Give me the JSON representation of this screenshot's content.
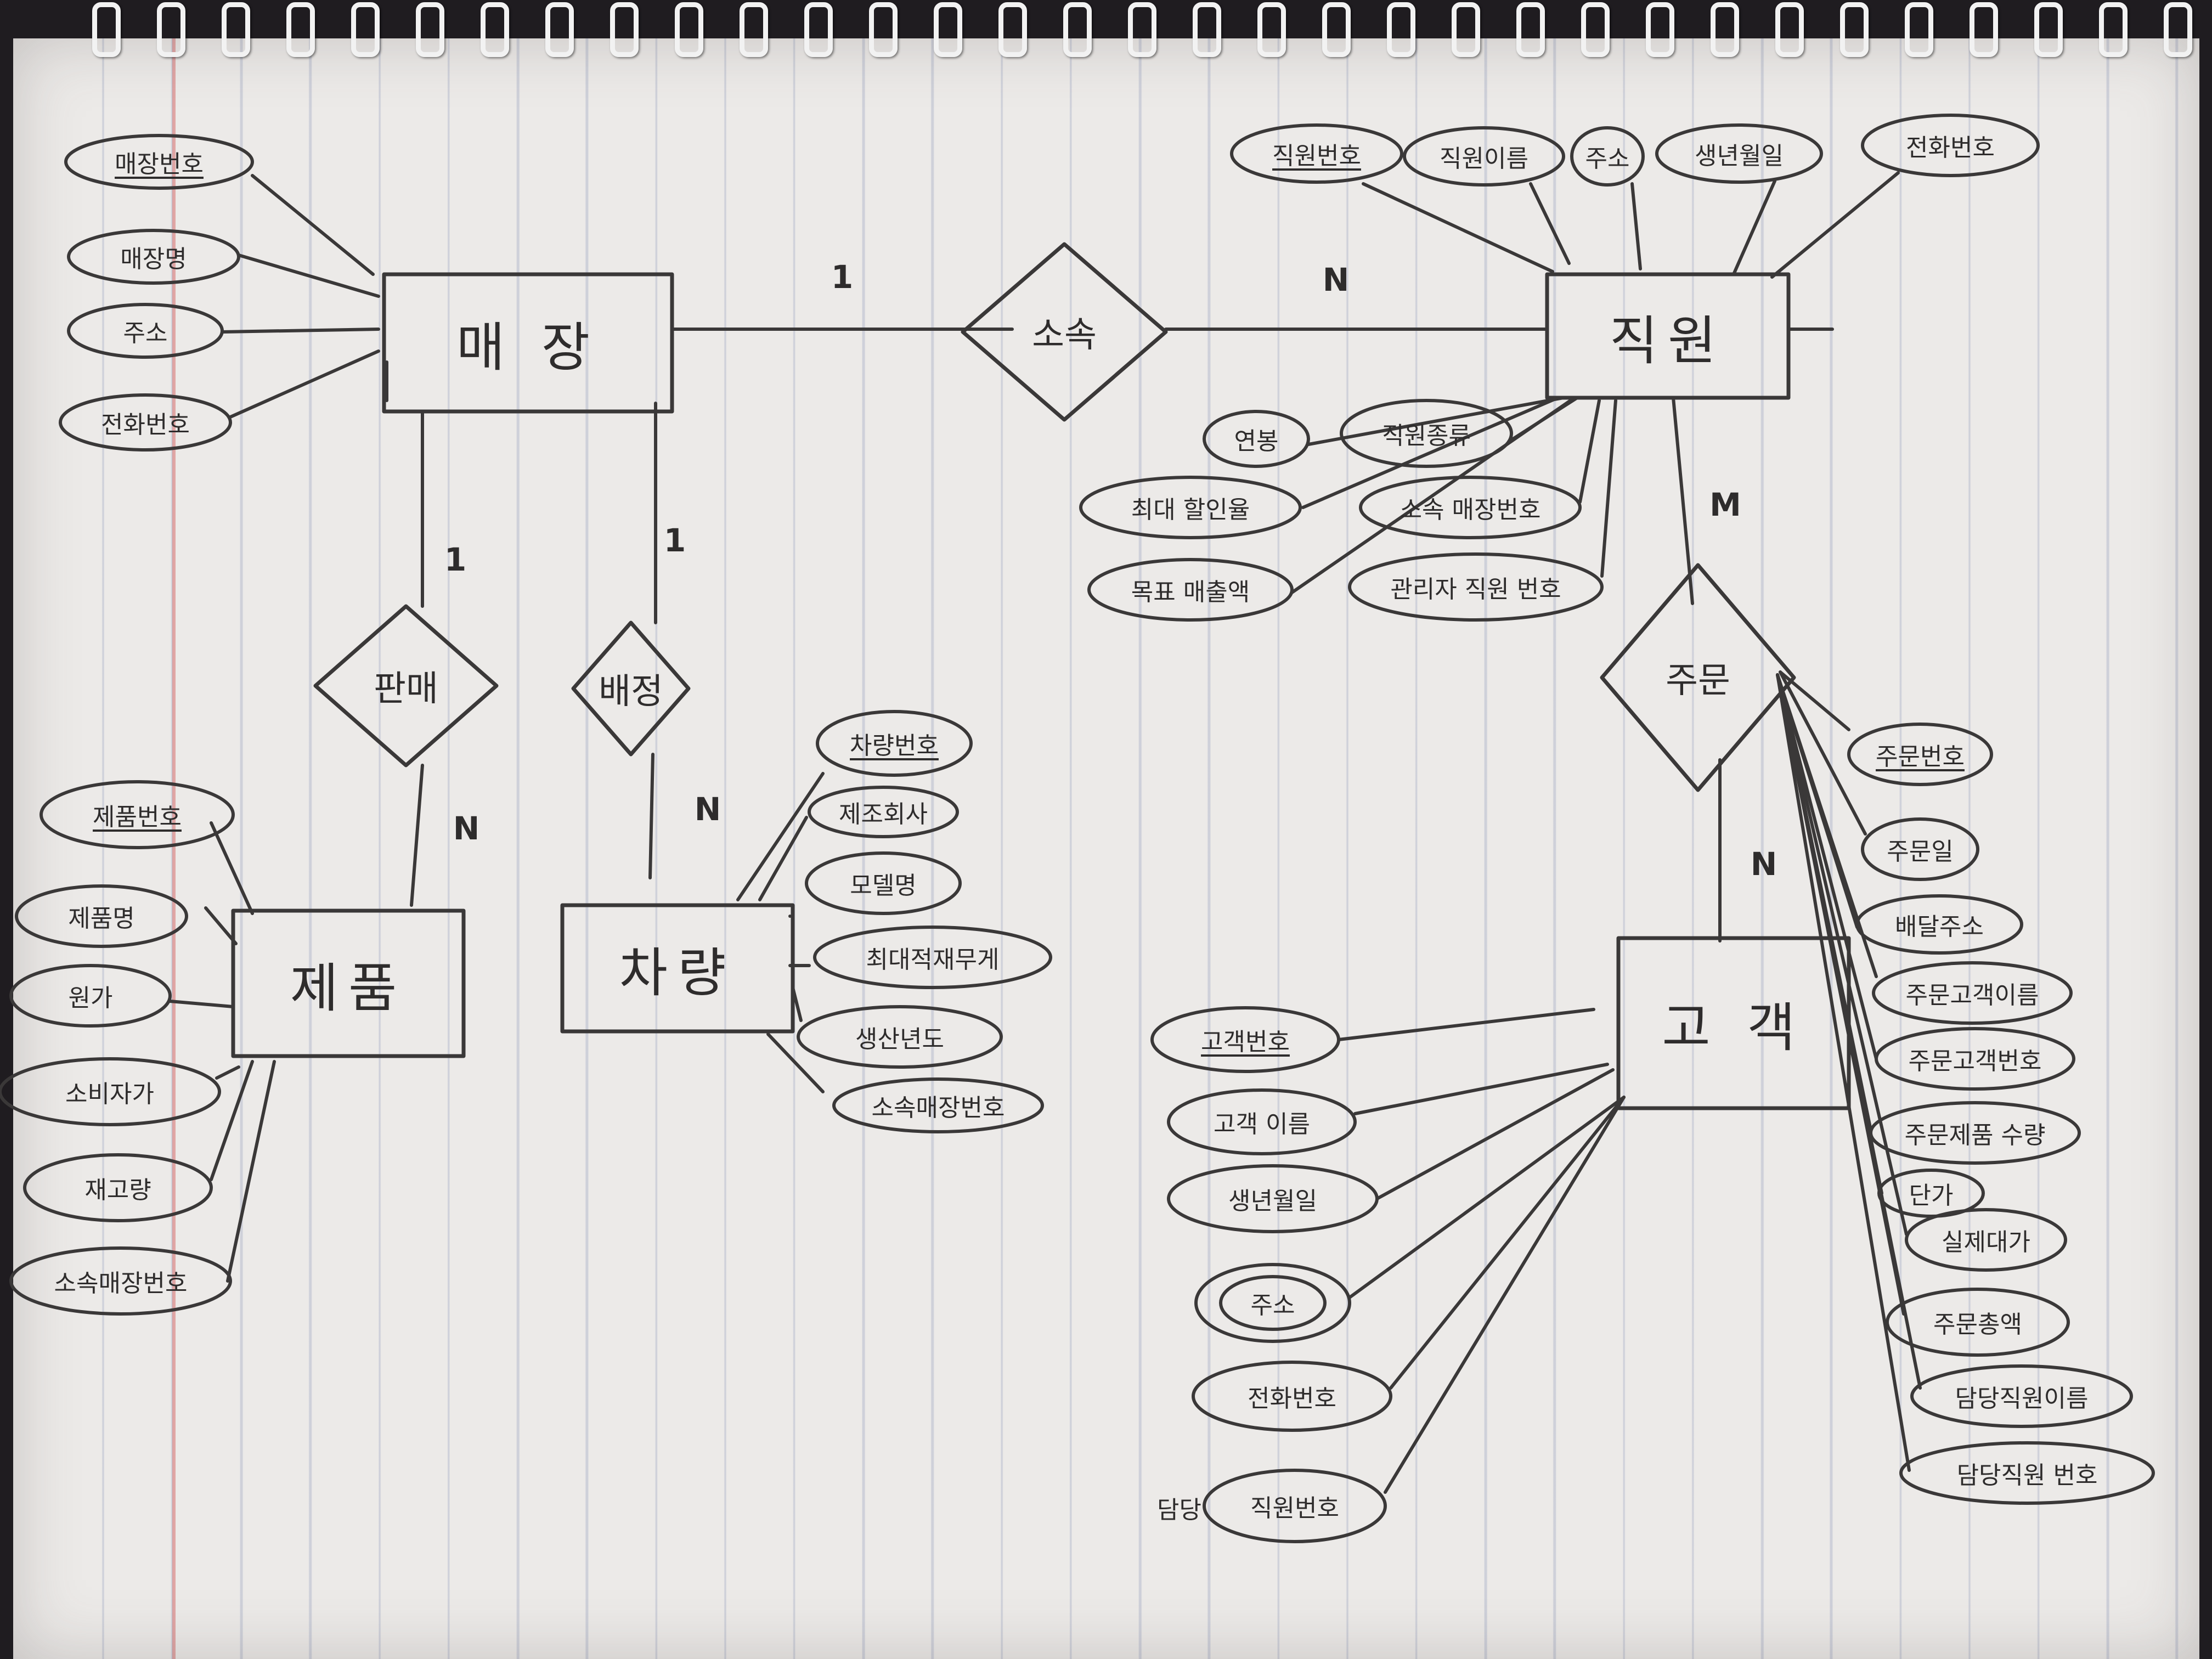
{
  "entities": [
    {
      "id": "store",
      "label": "매 장"
    },
    {
      "id": "product",
      "label": "제품"
    },
    {
      "id": "vehicle",
      "label": "차량"
    },
    {
      "id": "employee",
      "label": "직원"
    },
    {
      "id": "customer",
      "label": "고 객"
    }
  ],
  "relationships": [
    {
      "id": "sale",
      "label": "판매"
    },
    {
      "id": "assign",
      "label": "배정"
    },
    {
      "id": "belong",
      "label": "소속"
    },
    {
      "id": "order",
      "label": "주문"
    }
  ],
  "attributes": [
    {
      "id": "store-number",
      "label": "매장번호",
      "key": true
    },
    {
      "id": "store-name",
      "label": "매장명",
      "key": false
    },
    {
      "id": "store-address",
      "label": "주소",
      "key": false
    },
    {
      "id": "store-phone",
      "label": "전화번호",
      "key": false
    },
    {
      "id": "employee-number",
      "label": "직원번호",
      "key": true
    },
    {
      "id": "employee-name",
      "label": "직원이름",
      "key": false
    },
    {
      "id": "employee-address",
      "label": "주소",
      "key": false
    },
    {
      "id": "employee-birthdate",
      "label": "생년월일",
      "key": false
    },
    {
      "id": "employee-phone",
      "label": "전화번호",
      "key": false
    },
    {
      "id": "employee-salary",
      "label": "연봉",
      "key": false
    },
    {
      "id": "employee-type",
      "label": "직원종류",
      "key": false
    },
    {
      "id": "max-discount-rate",
      "label": "최대 할인율",
      "key": false
    },
    {
      "id": "store-affiliation-number",
      "label": "소속 매장번호",
      "key": false
    },
    {
      "id": "target-sales",
      "label": "목표 매출액",
      "key": false
    },
    {
      "id": "manager-employee-number",
      "label": "관리자 직원 번호",
      "key": false
    },
    {
      "id": "product-number",
      "label": "제품번호",
      "key": true
    },
    {
      "id": "product-name",
      "label": "제품명",
      "key": false
    },
    {
      "id": "product-cost",
      "label": "원가",
      "key": false
    },
    {
      "id": "consumer-price",
      "label": "소비자가",
      "key": false
    },
    {
      "id": "stock-quantity",
      "label": "재고량",
      "key": false
    },
    {
      "id": "product-store-number",
      "label": "소속매장번호",
      "key": false
    },
    {
      "id": "vehicle-number",
      "label": "차량번호",
      "key": true
    },
    {
      "id": "manufacturer",
      "label": "제조회사",
      "key": false
    },
    {
      "id": "model-name",
      "label": "모델명",
      "key": false
    },
    {
      "id": "max-load-weight",
      "label": "최대적재무게",
      "key": false
    },
    {
      "id": "production-year",
      "label": "생산년도",
      "key": false
    },
    {
      "id": "vehicle-store-number",
      "label": "소속매장번호",
      "key": false
    },
    {
      "id": "customer-number",
      "label": "고객번호",
      "key": true
    },
    {
      "id": "customer-name",
      "label": "고객 이름",
      "key": false
    },
    {
      "id": "customer-birthdate",
      "label": "생년월일",
      "key": false
    },
    {
      "id": "customer-address",
      "label": "주소",
      "key": false
    },
    {
      "id": "customer-phone",
      "label": "전화번호",
      "key": false
    },
    {
      "id": "customer-employee-number",
      "label": "직원번호",
      "key": false
    },
    {
      "id": "order-number",
      "label": "주문번호",
      "key": true
    },
    {
      "id": "order-date",
      "label": "주문일",
      "key": false
    },
    {
      "id": "delivery-address",
      "label": "배달주소",
      "key": false
    },
    {
      "id": "order-customer-name",
      "label": "주문고객이름",
      "key": false
    },
    {
      "id": "order-customer-number",
      "label": "주문고객번호",
      "key": false
    },
    {
      "id": "order-product-quantity",
      "label": "주문제품 수량",
      "key": false
    },
    {
      "id": "unit-price",
      "label": "단가",
      "key": false
    },
    {
      "id": "actual-price",
      "label": "실제대가",
      "key": false
    },
    {
      "id": "order-total",
      "label": "주문총액",
      "key": false
    },
    {
      "id": "handler-name",
      "label": "담당직원이름",
      "key": false
    },
    {
      "id": "handler-number",
      "label": "담당직원 번호",
      "key": false
    }
  ],
  "cardinalities": [
    {
      "id": "store-sale",
      "label": "1"
    },
    {
      "id": "sale-product",
      "label": "N"
    },
    {
      "id": "store-assign",
      "label": "1"
    },
    {
      "id": "assign-vehicle",
      "label": "N"
    },
    {
      "id": "belong-store",
      "label": "1"
    },
    {
      "id": "belong-employee",
      "label": "N"
    },
    {
      "id": "employee-order",
      "label": "M"
    },
    {
      "id": "order-customer",
      "label": "N"
    }
  ],
  "notes": {
    "customer-employee-prefix": "담당"
  }
}
